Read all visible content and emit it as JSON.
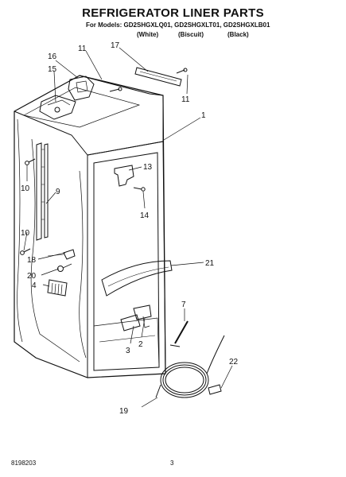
{
  "header": {
    "title": "REFRIGERATOR LINER PARTS",
    "models_line": "For Models: GD2SHGXLQ01, GD2SHGXLT01, GD2SHGXLB01",
    "variants": [
      "(White)",
      "(Biscuit)",
      "(Black)"
    ]
  },
  "callouts": {
    "c1": "1",
    "c2": "2",
    "c3": "3",
    "c4": "4",
    "c7": "7",
    "c9": "9",
    "c10a": "10",
    "c10b": "10",
    "c11a": "11",
    "c11b": "11",
    "c13": "13",
    "c14": "14",
    "c15": "15",
    "c16": "16",
    "c17": "17",
    "c18": "18",
    "c19": "19",
    "c20": "20",
    "c21": "21",
    "c22": "22"
  },
  "footer": {
    "doc_number": "8198203",
    "page_number": "3"
  }
}
